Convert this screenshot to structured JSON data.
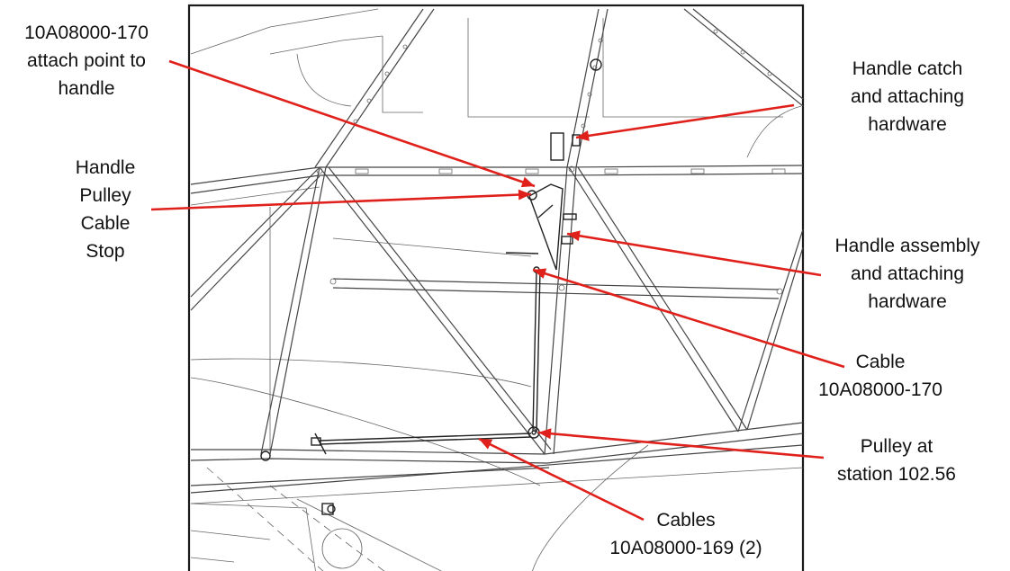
{
  "colors": {
    "leader": "#e0201b",
    "line": "#444444",
    "border": "#1a1a1a",
    "text": "#111111"
  },
  "callouts": {
    "attach_point": [
      "10A08000-170",
      "attach point to",
      "handle"
    ],
    "pulley_stop": [
      "Handle",
      "Pulley",
      "Cable",
      "Stop"
    ],
    "handle_catch": [
      "Handle catch",
      "and attaching",
      "hardware"
    ],
    "handle_assembly": [
      "Handle assembly",
      "and attaching",
      "hardware"
    ],
    "cable": [
      "Cable",
      "10A08000-170"
    ],
    "pulley_station": [
      "Pulley at",
      "station 102.56"
    ],
    "cables": [
      "Cables",
      "10A08000-169 (2)"
    ]
  }
}
